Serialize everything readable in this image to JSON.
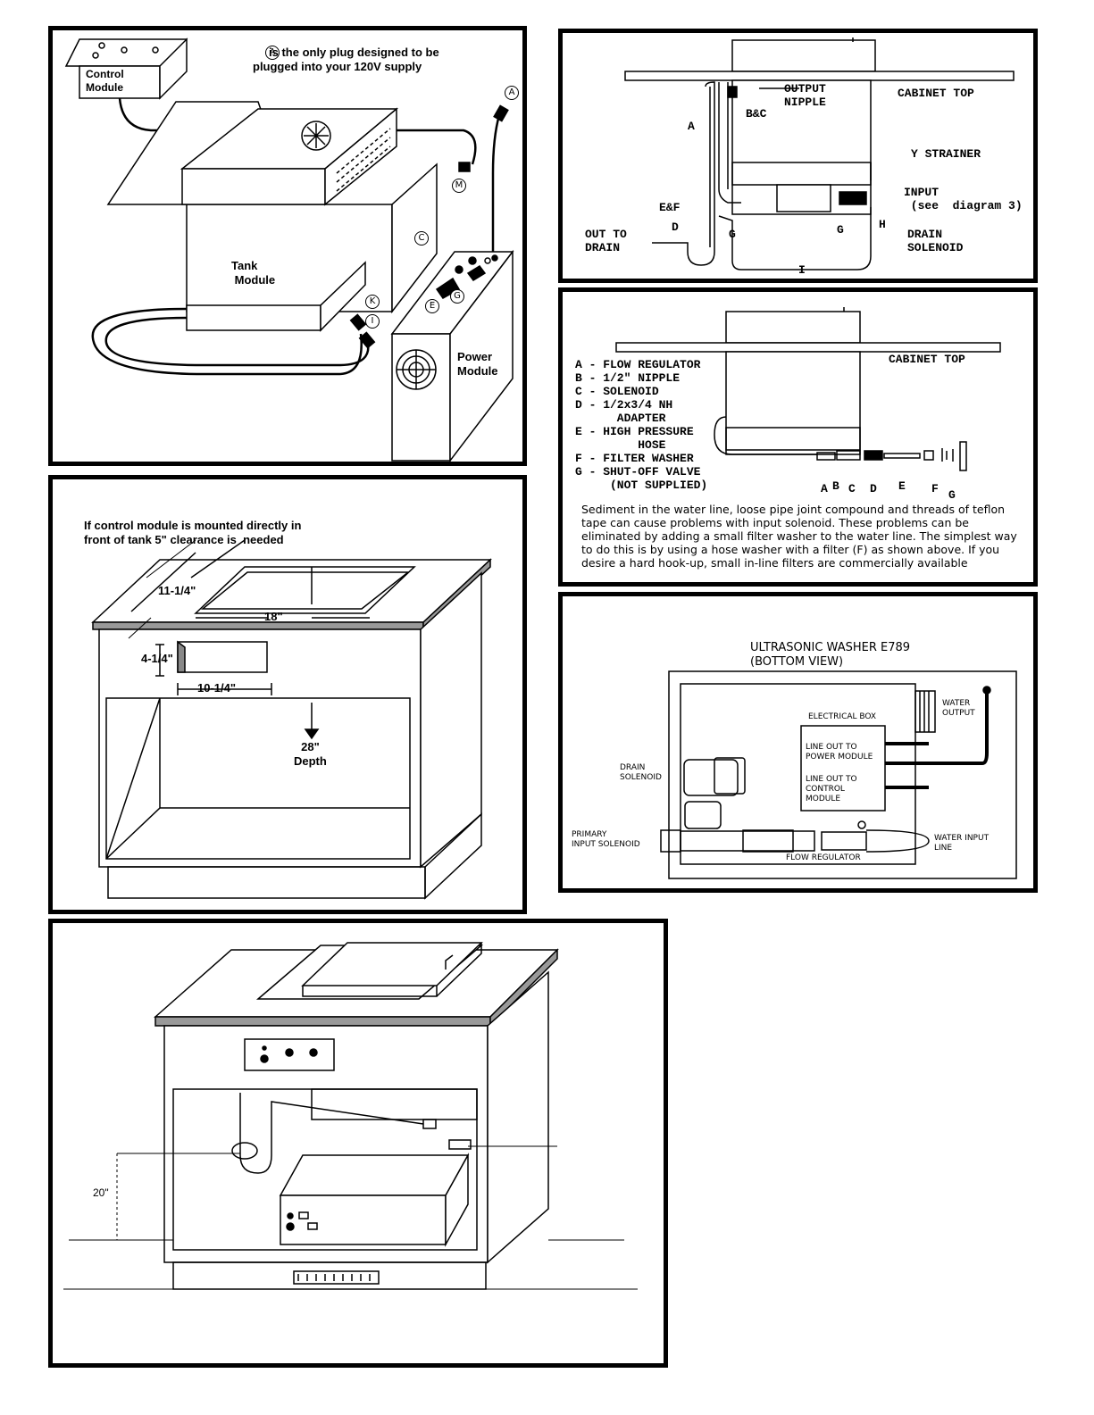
{
  "panel1": {
    "control_module": "Control\nModule",
    "tank_module": "Tank\n Module",
    "power_module": "Power\nModule",
    "plug_note_letter": "A",
    "plug_note": "is the only plug designed to be\nplugged into your 120V supply",
    "connectors": {
      "a": "A",
      "m": "M",
      "c": "C",
      "e": "E",
      "g": "G",
      "k": "K",
      "i": "I"
    }
  },
  "panel2": {
    "note": "If control module is mounted directly in\nfront of tank 5\" clearance is  needed",
    "dim_11": "11-1/4\"",
    "dim_18": "18\"",
    "dim_4": "4-1/4\"",
    "dim_10": "10-1/4\"",
    "depth": "28\"\nDepth"
  },
  "panel3": {
    "dim_20": "20\""
  },
  "panel4": {
    "output_nipple": "OUTPUT\nNIPPLE",
    "cabinet_top": "CABINET TOP",
    "bc": "B&C",
    "a": "A",
    "y_strainer": "Y STRAINER",
    "input": "INPUT\n (see  diagram 3)",
    "ef": "E&F",
    "d": "D",
    "g1": "G",
    "g2": "G",
    "h": "H",
    "drain_solenoid": "DRAIN\nSOLENOID",
    "out_to_drain": "OUT TO\nDRAIN",
    "i": "I"
  },
  "panel5": {
    "cabinet_top": "CABINET TOP",
    "legend": [
      "A - FLOW REGULATOR",
      "B - 1/2\" NIPPLE",
      "C - SOLENOID",
      "D - 1/2x3/4 NH",
      "      ADAPTER",
      "E - HIGH PRESSURE",
      "         HOSE",
      "F - FILTER WASHER",
      "G - SHUT-OFF VALVE",
      "     (NOT SUPPLIED)"
    ],
    "letters": [
      "A",
      "B",
      "C",
      "D",
      "E",
      "F",
      "G"
    ],
    "note": "Sediment in the water line, loose pipe joint compound and threads of teflon tape can cause problems with input solenoid. These problems can be eliminated by adding a small filter washer to the water line. The simplest way to do this is by using a hose washer with a filter (F) as shown above. If you desire a hard hook-up, small in-line filters are commercially available"
  },
  "panel6": {
    "title": "ULTRASONIC WASHER E789\n(BOTTOM VIEW)",
    "electrical_box": "ELECTRICAL BOX",
    "water_output": "WATER\nOUTPUT",
    "line_power": "LINE OUT TO\nPOWER MODULE",
    "line_control": "LINE OUT TO\nCONTROL\nMODULE",
    "drain_solenoid": "DRAIN\nSOLENOID",
    "primary_input": "PRIMARY\nINPUT SOLENOID",
    "water_input": "WATER INPUT\nLINE",
    "flow_regulator": "FLOW REGULATOR"
  }
}
